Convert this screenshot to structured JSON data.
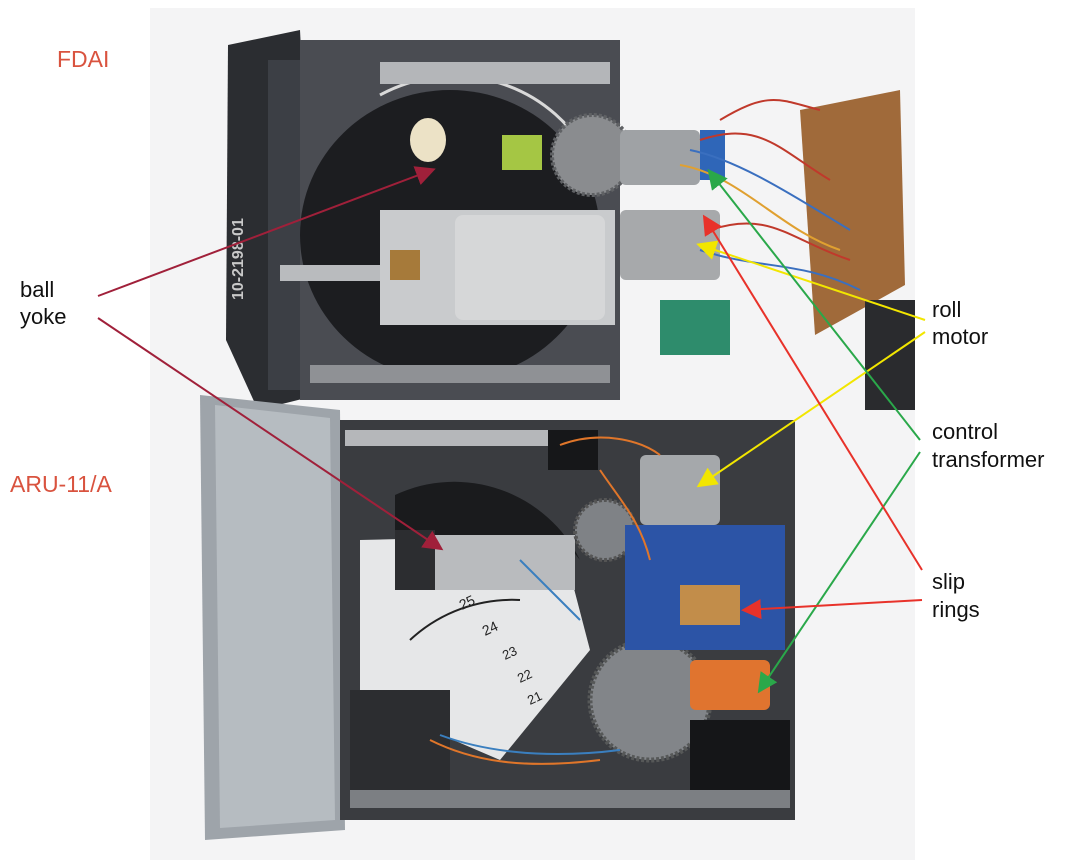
{
  "labels": {
    "fdai": "FDAI",
    "aru": "ARU-11/A",
    "ball": "ball",
    "yoke": "yoke",
    "roll": "roll",
    "motor": "motor",
    "control": "control",
    "transformer": "transformer",
    "slip": "slip",
    "rings": "rings"
  },
  "device_markings": {
    "fdai_part_number": "10-2198-01",
    "scale_24": "24",
    "scale_25": "25",
    "scale_23": "23",
    "scale_22": "22",
    "scale_21": "21"
  },
  "colors": {
    "unit_name": "#d9533f",
    "ball_arrow": "#a0203a",
    "roll_arrow": "#f2e600",
    "control_arrow": "#2aa84a",
    "slip_arrow": "#e8322a",
    "text": "#111111"
  }
}
